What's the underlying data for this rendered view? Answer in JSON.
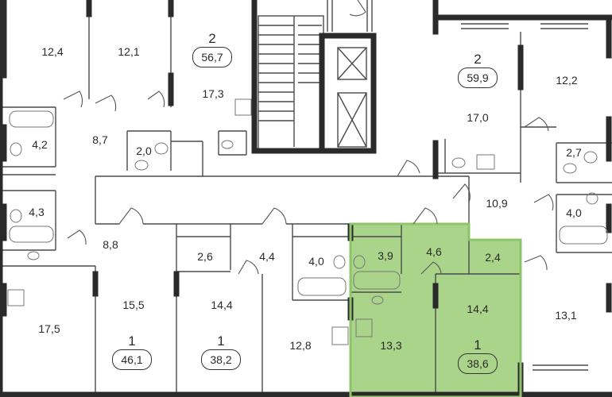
{
  "colors": {
    "wall": "#3a3a3a",
    "wall_dark": "#262626",
    "highlight": "#8fc56a",
    "highlight_fill": "#a9d48a",
    "fixture": "#777777"
  },
  "apartments": [
    {
      "id": "a1",
      "rooms": "2",
      "total": "56,7"
    },
    {
      "id": "a2",
      "rooms": "2",
      "total": "59,9"
    },
    {
      "id": "a3",
      "rooms": "1",
      "total": "46,1"
    },
    {
      "id": "a4",
      "rooms": "1",
      "total": "38,2"
    },
    {
      "id": "a5",
      "rooms": "1",
      "total": "38,6",
      "highlighted": true
    }
  ],
  "rooms": [
    {
      "area": "12,4"
    },
    {
      "area": "12,1"
    },
    {
      "area": "17,3"
    },
    {
      "area": "4,2"
    },
    {
      "area": "8,7"
    },
    {
      "area": "2,0"
    },
    {
      "area": "4,3"
    },
    {
      "area": "8,8"
    },
    {
      "area": "17,0"
    },
    {
      "area": "12,2"
    },
    {
      "area": "2,7"
    },
    {
      "area": "10,9"
    },
    {
      "area": "4,0"
    },
    {
      "area": "2,6"
    },
    {
      "area": "4,4"
    },
    {
      "area": "4,0"
    },
    {
      "area": "3,9"
    },
    {
      "area": "4,6"
    },
    {
      "area": "2,4"
    },
    {
      "area": "15,5"
    },
    {
      "area": "14,4"
    },
    {
      "area": "14,4"
    },
    {
      "area": "13,1"
    },
    {
      "area": "17,5"
    },
    {
      "area": "12,8"
    },
    {
      "area": "13,3"
    }
  ]
}
